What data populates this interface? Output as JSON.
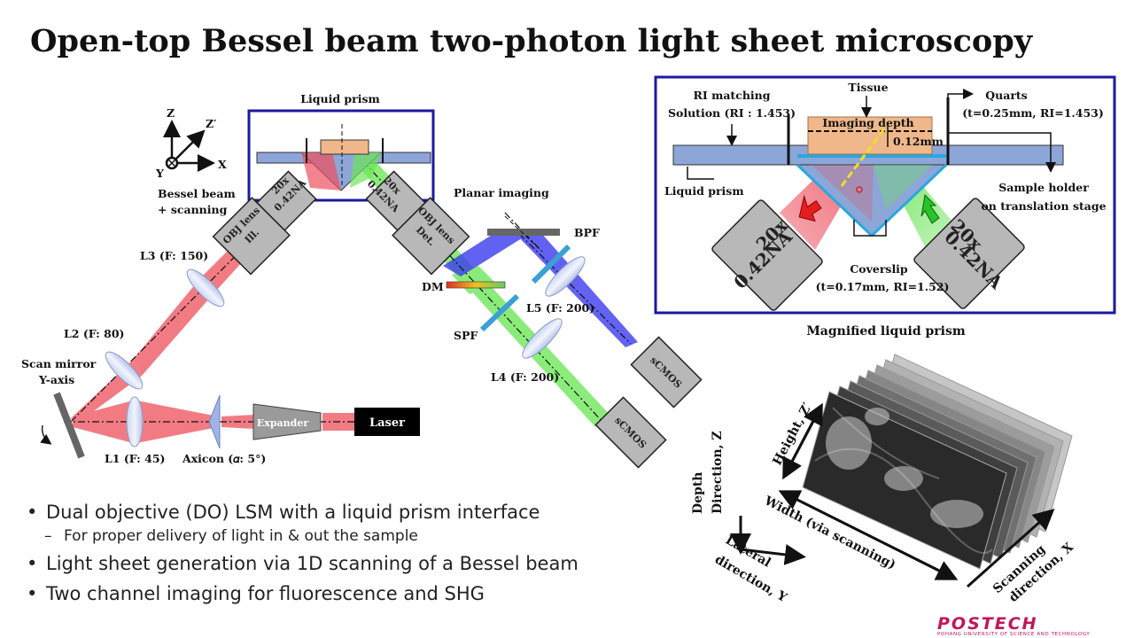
{
  "title": "Open-top Bessel beam two-photon light sheet microscopy",
  "setup": {
    "liquid_prism_label": "Liquid prism",
    "axis_z": "Z",
    "axis_zprime": "Z′",
    "axis_y": "Y",
    "axis_x": "X",
    "bessel_line1": "Bessel beam",
    "bessel_line2": "+ scanning",
    "planar_imaging": "Planar imaging",
    "obj_na_line1": "20x",
    "obj_na_line2": "0.42NA",
    "obj_ill_line1": "OBJ lens",
    "obj_ill_line2": "Ill.",
    "obj_det_line1": "OBJ lens",
    "obj_det_line2": "Det.",
    "l3": "L3 (F: 150)",
    "l2": "L2 (F: 80)",
    "scan_mirror_line1": "Scan mirror",
    "scan_mirror_line2": "Y-axis",
    "l1": "L1 (F: 45)",
    "axicon": "Axicon (𝛼: 5°)",
    "expander": "Expander",
    "laser": "Laser",
    "bpf": "BPF",
    "dm": "DM",
    "spf": "SPF",
    "l5": "L5 (F: 200)",
    "l4": "L4 (F: 200)",
    "camera": "sCMOS"
  },
  "magnified": {
    "caption": "Magnified liquid prism",
    "ri_line1": "RI matching",
    "ri_line2": "Solution (RI : 1.453)",
    "tissue": "Tissue",
    "quarts_line1": "Quarts",
    "quarts_line2": "(t=0.25mm, RI=1.453)",
    "imaging_depth": "Imaging depth",
    "depth_value": "0.12mm",
    "liquid_prism": "Liquid prism",
    "holder_line1": "Sample holder",
    "holder_line2": "on translation stage",
    "obj_line1": "20x",
    "obj_line2": "0.42NA",
    "coverslip_line1": "Coverslip",
    "coverslip_line2": "(t=0.17mm, RI=1.52)"
  },
  "volume": {
    "depth_line1": "Depth",
    "depth_line2": "Direction, Z",
    "height": "Height, Z′",
    "width": "Width (via scanning)",
    "lateral_line1": "Lateral",
    "lateral_line2": "direction, Y",
    "scanning_line1": "Scanning",
    "scanning_line2": "direction, X"
  },
  "bullets": {
    "b1": "Dual objective (DO) LSM with a liquid prism interface",
    "b1_sub": "For proper delivery of light in & out the sample",
    "b2": "Light sheet generation via 1D scanning of a Bessel beam",
    "b3": "Two channel imaging for fluorescence and SHG"
  },
  "logo": {
    "name": "POSTECH",
    "tagline": "POHANG UNIVERSITY OF SCIENCE AND TECHNOLOGY"
  },
  "colors": {
    "excitation": "#f0646e",
    "fluorescence": "#6ee65a",
    "shg": "#3c3cf0",
    "frame": "#1a1aa0",
    "prism": "#8ca6d8",
    "tissue": "#f0b88a",
    "brand": "#c0155a"
  }
}
